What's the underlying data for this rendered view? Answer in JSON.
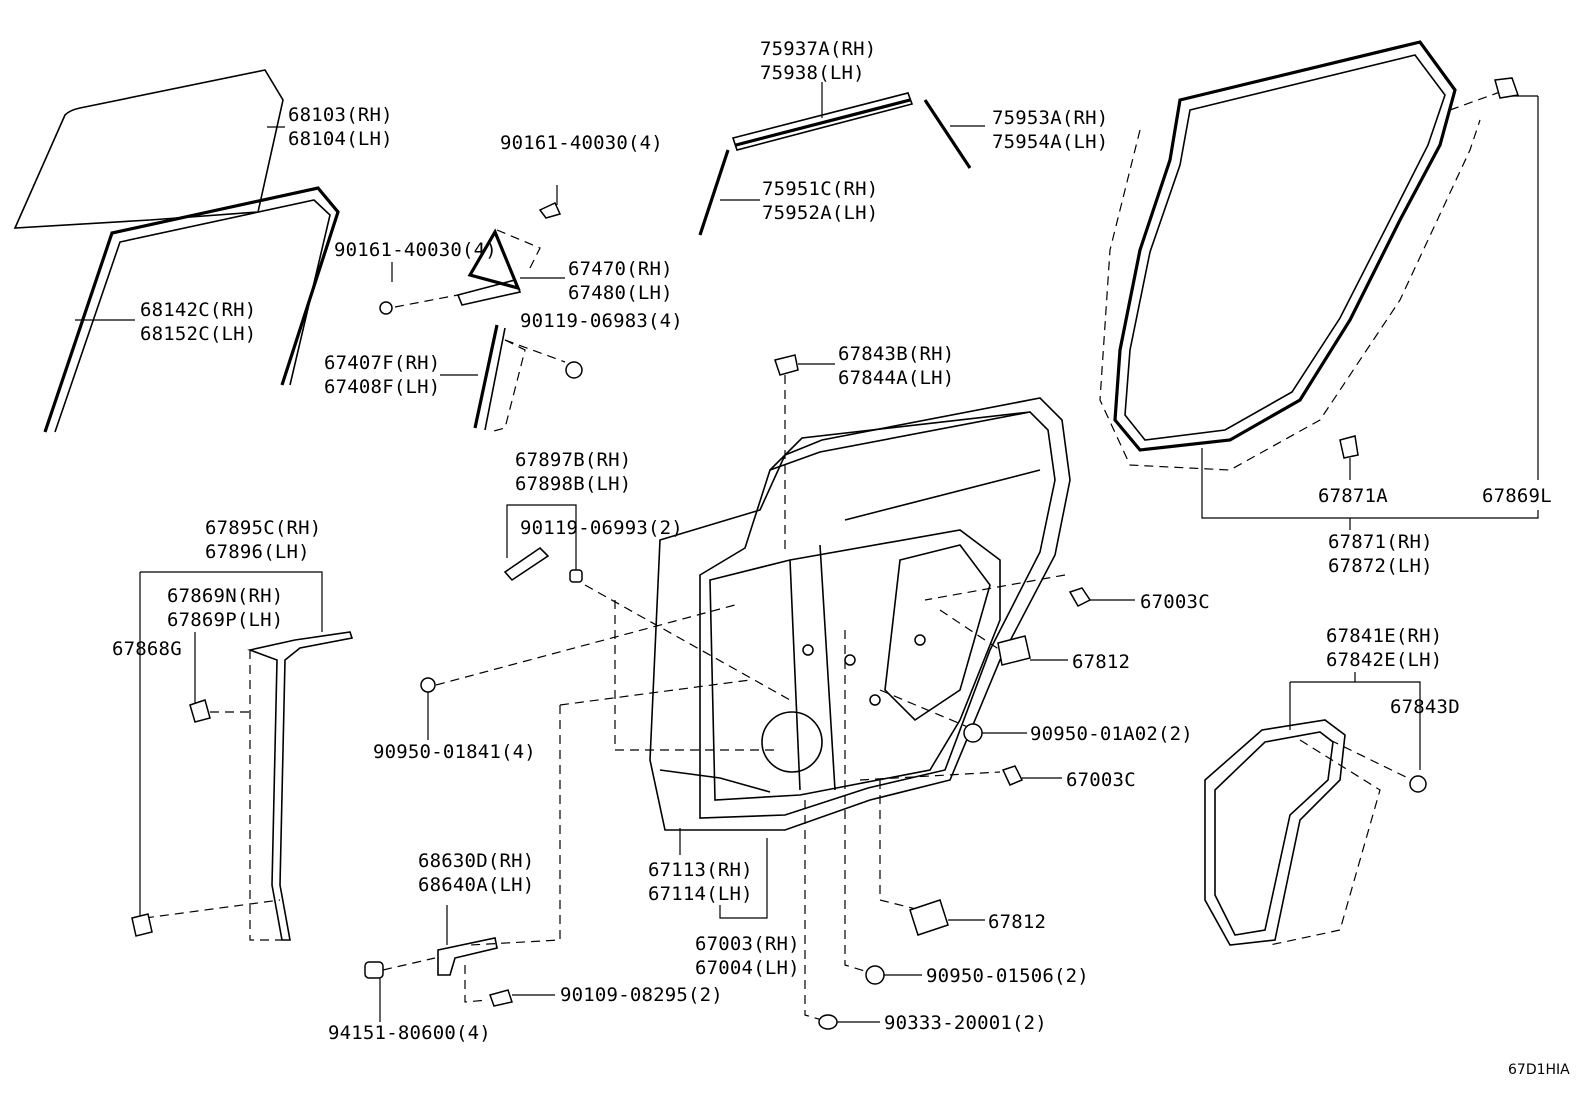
{
  "diagram": {
    "footer_code": "67D1HIA",
    "callouts": [
      {
        "id": "glass",
        "lines": [
          "68103(RH)",
          "68104(LH)"
        ]
      },
      {
        "id": "screw-top",
        "lines": [
          "90161-40030(4)"
        ]
      },
      {
        "id": "screw-left",
        "lines": [
          "90161-40030(4)"
        ]
      },
      {
        "id": "molding-top",
        "lines": [
          "75937A(RH)",
          "75938(LH)"
        ]
      },
      {
        "id": "molding-right",
        "lines": [
          "75953A(RH)",
          "75954A(LH)"
        ]
      },
      {
        "id": "molding-left",
        "lines": [
          "75951C(RH)",
          "75952A(LH)"
        ]
      },
      {
        "id": "run",
        "lines": [
          "68142C(RH)",
          "68152C(LH)"
        ]
      },
      {
        "id": "partition",
        "lines": [
          "67470(RH)",
          "67480(LH)"
        ]
      },
      {
        "id": "bolt-top",
        "lines": [
          "90119-06983(4)"
        ]
      },
      {
        "id": "channel",
        "lines": [
          "67407F(RH)",
          "67408F(LH)"
        ]
      },
      {
        "id": "clip-top",
        "lines": [
          "67843B(RH)",
          "67844A(LH)"
        ]
      },
      {
        "id": "bracket",
        "lines": [
          "67897B(RH)",
          "67898B(LH)"
        ]
      },
      {
        "id": "bolt-mid",
        "lines": [
          "90119-06993(2)"
        ]
      },
      {
        "id": "weatherstrip-clip",
        "lines": [
          "67871A"
        ]
      },
      {
        "id": "weatherstrip-clip-l",
        "lines": [
          "67869L"
        ]
      },
      {
        "id": "weatherstrip",
        "lines": [
          "67871(RH)",
          "67872(LH)"
        ]
      },
      {
        "id": "seal-left",
        "lines": [
          "67895C(RH)",
          "67896(LH)"
        ]
      },
      {
        "id": "clip-n",
        "lines": [
          "67869N(RH)",
          "67869P(LH)"
        ]
      },
      {
        "id": "clip-g",
        "lines": [
          "67868G"
        ]
      },
      {
        "id": "cushion-1",
        "lines": [
          "67003C"
        ]
      },
      {
        "id": "pad-1",
        "lines": [
          "67812"
        ]
      },
      {
        "id": "plug-1",
        "lines": [
          "90950-01A02(2)"
        ]
      },
      {
        "id": "cushion-2",
        "lines": [
          "67003C"
        ]
      },
      {
        "id": "plug-2",
        "lines": [
          "90950-01841(4)"
        ]
      },
      {
        "id": "cover",
        "lines": [
          "67841E(RH)",
          "67842E(LH)"
        ]
      },
      {
        "id": "clip-d",
        "lines": [
          "67843D"
        ]
      },
      {
        "id": "hinge",
        "lines": [
          "68630D(RH)",
          "68640A(LH)"
        ]
      },
      {
        "id": "panel",
        "lines": [
          "67113(RH)",
          "67114(LH)"
        ]
      },
      {
        "id": "door",
        "lines": [
          "67003(RH)",
          "67004(LH)"
        ]
      },
      {
        "id": "pad-2",
        "lines": [
          "67812"
        ]
      },
      {
        "id": "bolt-hinge",
        "lines": [
          "90109-08295(2)"
        ]
      },
      {
        "id": "plug-3",
        "lines": [
          "90950-01506(2)"
        ]
      },
      {
        "id": "nut",
        "lines": [
          "94151-80600(4)"
        ]
      },
      {
        "id": "oring",
        "lines": [
          "90333-20001(2)"
        ]
      }
    ]
  }
}
